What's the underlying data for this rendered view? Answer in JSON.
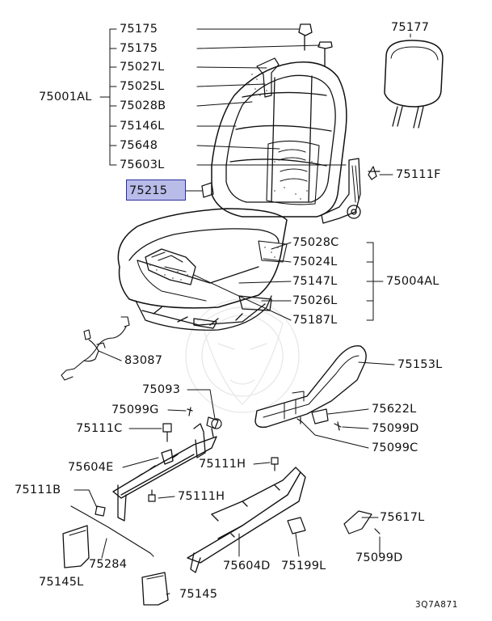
{
  "diagram": {
    "ref_code": "3Q7A871",
    "highlighted_part": "75215",
    "labels": [
      {
        "id": "p75175a",
        "text": "75175"
      },
      {
        "id": "p75175b",
        "text": "75175"
      },
      {
        "id": "p75027l",
        "text": "75027L"
      },
      {
        "id": "p75025l",
        "text": "75025L"
      },
      {
        "id": "p75028b",
        "text": "75028B"
      },
      {
        "id": "p75146l",
        "text": "75146L"
      },
      {
        "id": "p75648",
        "text": "75648"
      },
      {
        "id": "p75603l",
        "text": "75603L"
      },
      {
        "id": "p75001al",
        "text": "75001AL"
      },
      {
        "id": "p75215",
        "text": "75215"
      },
      {
        "id": "p75177",
        "text": "75177"
      },
      {
        "id": "p75111f",
        "text": "75111F"
      },
      {
        "id": "p75028c",
        "text": "75028C"
      },
      {
        "id": "p75024l",
        "text": "75024L"
      },
      {
        "id": "p75147l",
        "text": "75147L"
      },
      {
        "id": "p75004al",
        "text": "75004AL"
      },
      {
        "id": "p75026l",
        "text": "75026L"
      },
      {
        "id": "p75187l",
        "text": "75187L"
      },
      {
        "id": "p83087",
        "text": "83087"
      },
      {
        "id": "p75153l",
        "text": "75153L"
      },
      {
        "id": "p75093",
        "text": "75093"
      },
      {
        "id": "p75099g",
        "text": "75099G"
      },
      {
        "id": "p75111c",
        "text": "75111C"
      },
      {
        "id": "p75622l",
        "text": "75622L"
      },
      {
        "id": "p75099d",
        "text": "75099D"
      },
      {
        "id": "p75099c",
        "text": "75099C"
      },
      {
        "id": "p75604e",
        "text": "75604E"
      },
      {
        "id": "p75111h",
        "text": "75111H"
      },
      {
        "id": "p75111b",
        "text": "75111B"
      },
      {
        "id": "p75111h2",
        "text": "75111H"
      },
      {
        "id": "p75617l",
        "text": "75617L"
      },
      {
        "id": "p75284",
        "text": "75284"
      },
      {
        "id": "p75604d",
        "text": "75604D"
      },
      {
        "id": "p75199l",
        "text": "75199L"
      },
      {
        "id": "p75099d2",
        "text": "75099D"
      },
      {
        "id": "p75145l",
        "text": "75145L"
      },
      {
        "id": "p75145",
        "text": "75145"
      }
    ]
  }
}
